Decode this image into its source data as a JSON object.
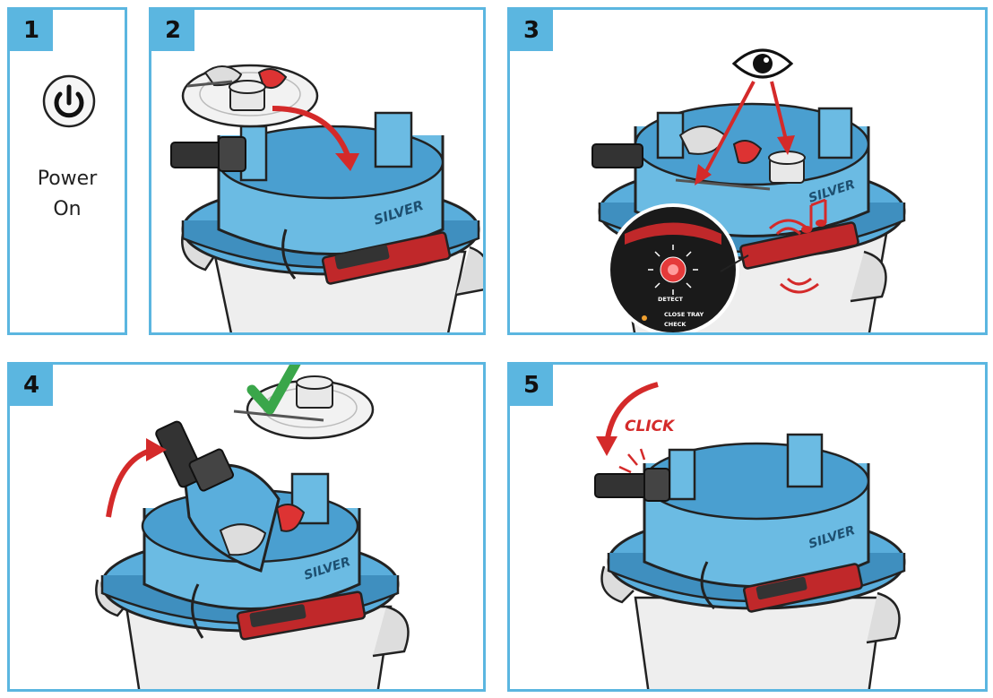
{
  "panels": [
    {
      "number": "1",
      "power_label_line1": "Power",
      "power_label_line2": "On"
    },
    {
      "number": "2",
      "brand_text": "SILVER"
    },
    {
      "number": "3",
      "brand_text": "SILVER",
      "indicator_labels": [
        "DETECT",
        "CLOSE TRAY",
        "CHECK"
      ]
    },
    {
      "number": "4",
      "brand_text": "SILVER"
    },
    {
      "number": "5",
      "brand_text": "SILVER",
      "click_text": "CLICK"
    }
  ],
  "icons": {
    "power": "power-icon",
    "eye": "eye-icon",
    "check": "checkmark-icon",
    "music": "music-notes-icon",
    "sound": "sound-waves-icon"
  },
  "colors": {
    "frame": "#5bb6e0",
    "lid": "#5aaedc",
    "lid_dark": "#3f8fbf",
    "bin": "#eeeeee",
    "accent_red": "#d42a2a",
    "check_green": "#3aa64a"
  }
}
